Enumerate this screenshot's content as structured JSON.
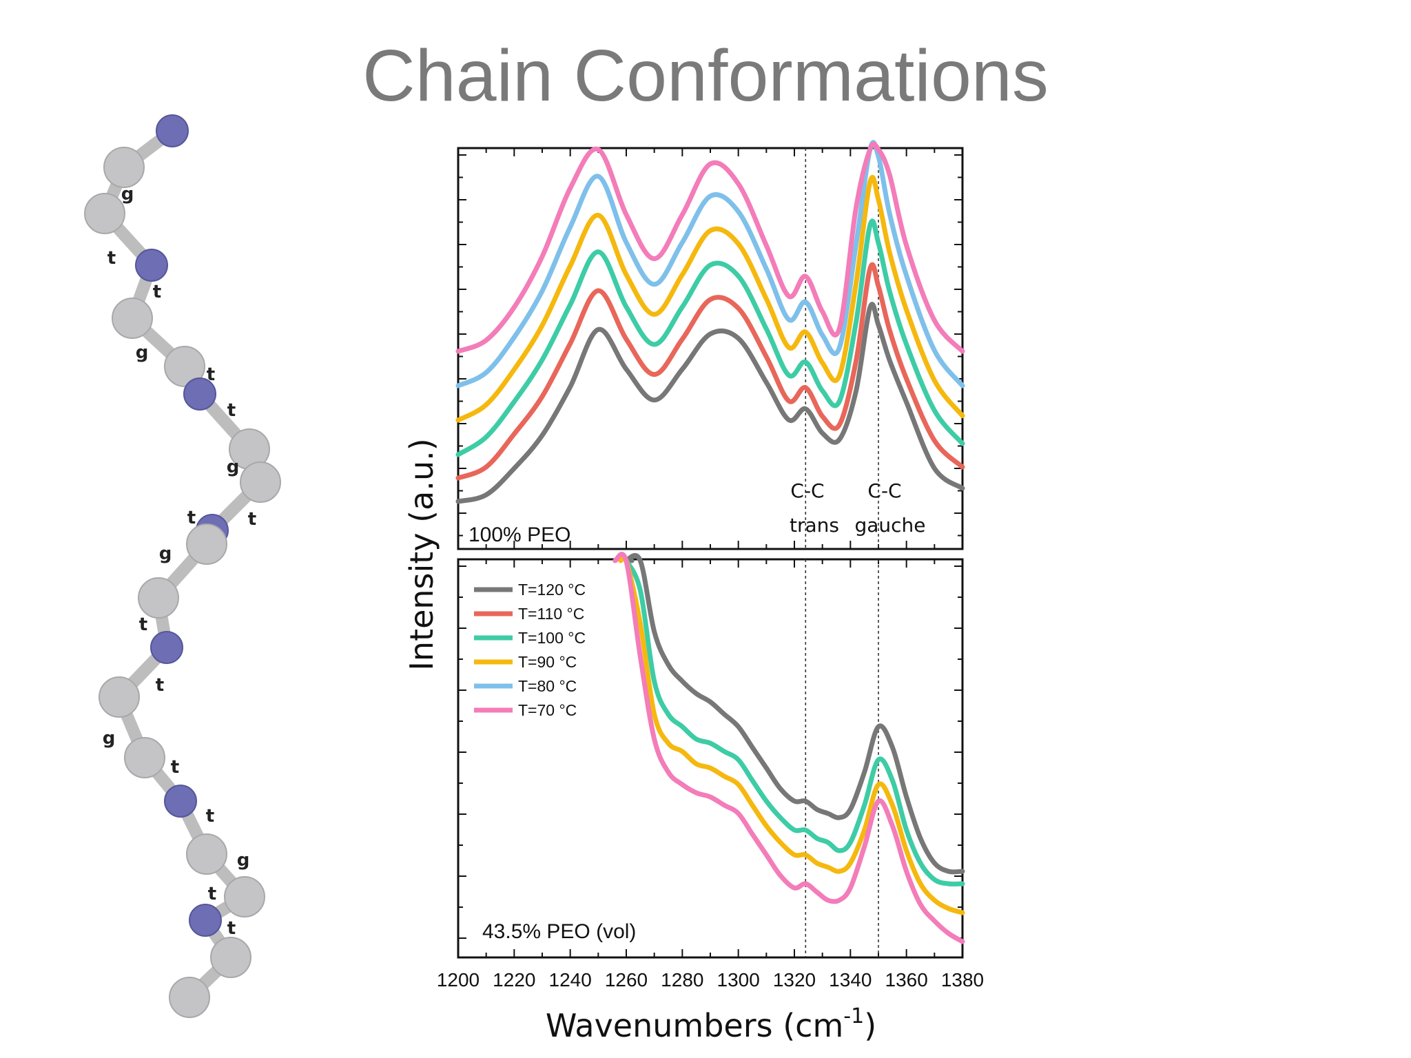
{
  "slide": {
    "title": "Chain Conformations"
  },
  "molecule": {
    "conformation_labels": [
      "g",
      "t",
      "t",
      "g",
      "t",
      "t",
      "g",
      "t",
      "t",
      "g",
      "t",
      "t",
      "g",
      "t",
      "t",
      "g",
      "t",
      "t"
    ],
    "colors": {
      "carbon": "#c4c4c6",
      "oxygen": "#6e6eb4",
      "bond": "#bdbdbd"
    }
  },
  "chart_data": {
    "type": "line",
    "xlabel": "Wavenumbers (cm",
    "xlabel_superscript": "-1",
    "xlabel_close": ")",
    "ylabel": "Intensity (a.u.)",
    "xlim": [
      1200,
      1380
    ],
    "x_ticks": [
      "1200",
      "1220",
      "1240",
      "1260",
      "1280",
      "1300",
      "1320",
      "1340",
      "1360",
      "1380"
    ],
    "vlines": [
      1324,
      1350
    ],
    "legend_items": [
      {
        "label": "T=120 °C",
        "color": "#777777"
      },
      {
        "label": "T=110 °C",
        "color": "#e8665a"
      },
      {
        "label": "T=100 °C",
        "color": "#3dcca6"
      },
      {
        "label": "T=90 °C",
        "color": "#f5b80e"
      },
      {
        "label": "T=80 °C",
        "color": "#7ec0ea"
      },
      {
        "label": "T=70 °C",
        "color": "#f37cb9"
      }
    ],
    "panels": [
      {
        "label": "100% PEO",
        "annotations": [
          {
            "line1": "C-C",
            "line2": "trans"
          },
          {
            "line1": "C-C",
            "line2": "gauche"
          }
        ],
        "x": [
          1200,
          1210,
          1220,
          1230,
          1240,
          1250,
          1260,
          1270,
          1280,
          1290,
          1300,
          1310,
          1318,
          1324,
          1330,
          1336,
          1342,
          1347,
          1350,
          1354,
          1360,
          1370,
          1380
        ],
        "series": [
          {
            "name": "T=120 °C",
            "color": "#777777",
            "values": [
              0.1,
              0.13,
              0.25,
              0.4,
              0.62,
              0.88,
              0.7,
              0.56,
              0.7,
              0.86,
              0.84,
              0.64,
              0.47,
              0.52,
              0.41,
              0.38,
              0.6,
              0.98,
              0.9,
              0.74,
              0.55,
              0.25,
              0.16
            ]
          },
          {
            "name": "T=110 °C",
            "color": "#e8665a",
            "values": [
              0.05,
              0.1,
              0.25,
              0.42,
              0.66,
              0.9,
              0.68,
              0.52,
              0.68,
              0.86,
              0.82,
              0.6,
              0.4,
              0.46,
              0.33,
              0.29,
              0.58,
              1.0,
              0.92,
              0.72,
              0.5,
              0.22,
              0.1
            ]
          },
          {
            "name": "T=100 °C",
            "color": "#3dcca6",
            "values": [
              0.0,
              0.08,
              0.24,
              0.43,
              0.68,
              0.92,
              0.67,
              0.5,
              0.67,
              0.86,
              0.81,
              0.57,
              0.36,
              0.42,
              0.29,
              0.24,
              0.6,
              1.04,
              0.96,
              0.74,
              0.5,
              0.2,
              0.05
            ]
          },
          {
            "name": "T=90 °C",
            "color": "#f5b80e",
            "values": [
              0.0,
              0.07,
              0.23,
              0.43,
              0.7,
              0.93,
              0.66,
              0.48,
              0.66,
              0.86,
              0.8,
              0.55,
              0.33,
              0.4,
              0.26,
              0.2,
              0.62,
              1.08,
              1.0,
              0.76,
              0.5,
              0.18,
              0.02
            ]
          },
          {
            "name": "T=80 °C",
            "color": "#7ec0ea",
            "values": [
              0.0,
              0.06,
              0.22,
              0.43,
              0.72,
              0.95,
              0.65,
              0.46,
              0.65,
              0.86,
              0.79,
              0.53,
              0.3,
              0.38,
              0.23,
              0.17,
              0.64,
              1.12,
              1.04,
              0.78,
              0.5,
              0.16,
              0.0
            ]
          },
          {
            "name": "T=70 °C",
            "color": "#f37cb9",
            "values": [
              0.0,
              0.05,
              0.2,
              0.43,
              0.74,
              0.96,
              0.62,
              0.42,
              0.62,
              0.85,
              0.76,
              0.48,
              0.25,
              0.34,
              0.18,
              0.1,
              0.65,
              1.18,
              1.08,
              0.8,
              0.48,
              0.14,
              0.0
            ]
          }
        ]
      },
      {
        "label": "43.5% PEO (vol)",
        "x": [
          1255,
          1260,
          1265,
          1270,
          1275,
          1280,
          1285,
          1290,
          1295,
          1300,
          1305,
          1310,
          1315,
          1320,
          1324,
          1328,
          1332,
          1336,
          1340,
          1345,
          1350,
          1355,
          1360,
          1365,
          1370,
          1375,
          1380
        ],
        "series": [
          {
            "name": "T=120 °C",
            "color": "#777777",
            "start_x": 1262,
            "values": [
              1.6,
              1.4,
              1.05,
              0.78,
              0.7,
              0.66,
              0.63,
              0.61,
              0.58,
              0.55,
              0.5,
              0.45,
              0.4,
              0.37,
              0.37,
              0.35,
              0.34,
              0.33,
              0.35,
              0.44,
              0.55,
              0.5,
              0.38,
              0.28,
              0.22,
              0.2,
              0.2
            ]
          },
          {
            "name": "T=100 °C",
            "color": "#3dcca6",
            "start_x": 1260,
            "values": [
              1.6,
              1.2,
              0.88,
              0.66,
              0.58,
              0.55,
              0.52,
              0.51,
              0.49,
              0.47,
              0.42,
              0.37,
              0.33,
              0.3,
              0.3,
              0.28,
              0.27,
              0.25,
              0.27,
              0.36,
              0.47,
              0.42,
              0.3,
              0.22,
              0.18,
              0.17,
              0.17
            ]
          },
          {
            "name": "T=90 °C",
            "color": "#f5b80e",
            "start_x": 1258,
            "values": [
              1.6,
              1.05,
              0.8,
              0.58,
              0.51,
              0.49,
              0.46,
              0.45,
              0.43,
              0.41,
              0.36,
              0.31,
              0.27,
              0.24,
              0.24,
              0.22,
              0.21,
              0.2,
              0.22,
              0.3,
              0.41,
              0.36,
              0.25,
              0.17,
              0.13,
              0.11,
              0.1
            ]
          },
          {
            "name": "T=70 °C",
            "color": "#f37cb9",
            "start_x": 1256,
            "values": [
              1.6,
              0.95,
              0.72,
              0.52,
              0.44,
              0.41,
              0.39,
              0.38,
              0.36,
              0.34,
              0.29,
              0.24,
              0.19,
              0.16,
              0.17,
              0.15,
              0.13,
              0.13,
              0.16,
              0.26,
              0.37,
              0.31,
              0.2,
              0.12,
              0.08,
              0.05,
              0.03
            ]
          }
        ]
      }
    ]
  }
}
